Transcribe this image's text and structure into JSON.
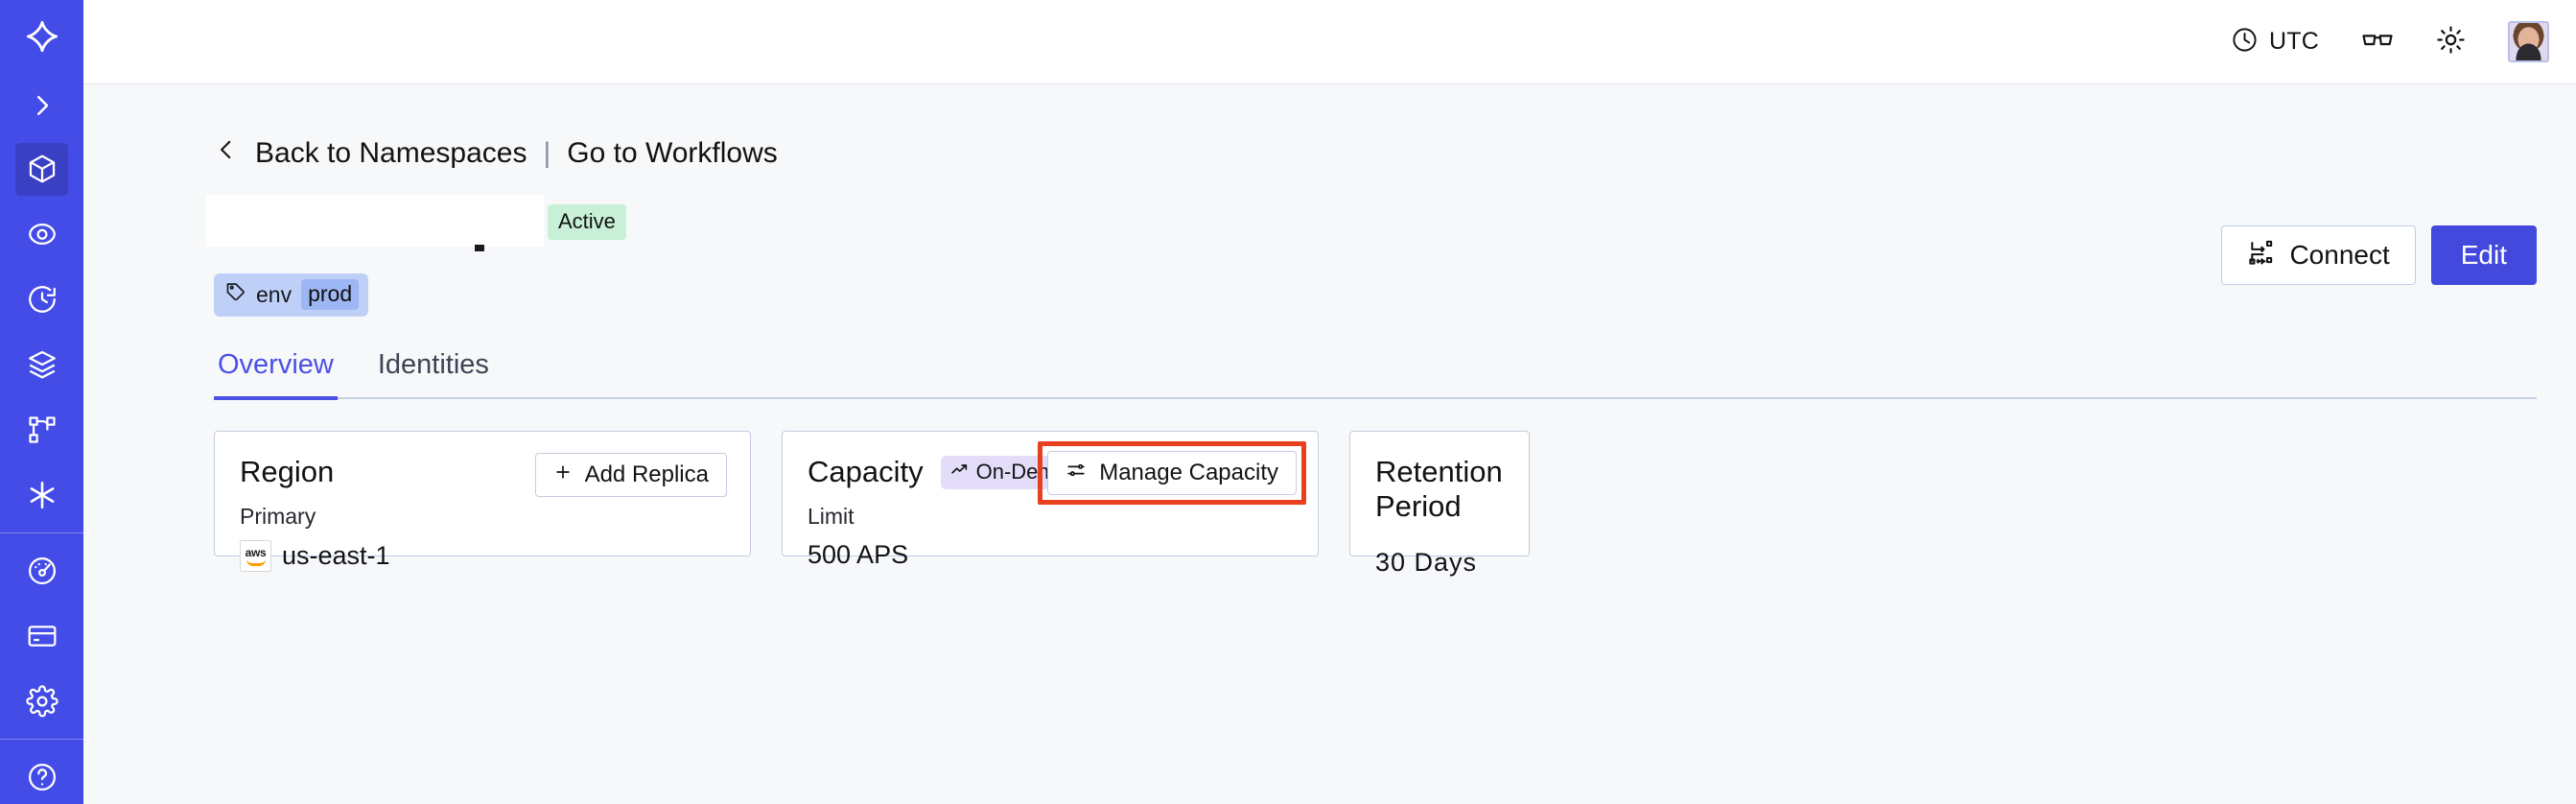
{
  "sidebar": {
    "items": [
      {
        "name": "logo",
        "icon": "temporal-star-logo-icon"
      },
      {
        "name": "expand",
        "icon": "chevron-right-icon"
      },
      {
        "name": "namespaces",
        "icon": "cube-icon",
        "active": true
      },
      {
        "name": "observe",
        "icon": "eye-spiral-icon",
        "active": false
      },
      {
        "name": "schedules",
        "icon": "clock-arrow-icon",
        "active": false
      },
      {
        "name": "batch",
        "icon": "layers-icon",
        "active": false
      },
      {
        "name": "workflows",
        "icon": "hierarchy-icon",
        "active": false
      },
      {
        "name": "nexus",
        "icon": "asterisk-icon",
        "active": false
      },
      {
        "name": "usage",
        "icon": "gauge-icon",
        "active": false
      },
      {
        "name": "billing",
        "icon": "credit-card-icon",
        "active": false
      },
      {
        "name": "settings",
        "icon": "gear-icon",
        "active": false
      }
    ]
  },
  "topbar": {
    "timezone_label": "UTC",
    "timezone_icon": "clock-icon",
    "glasses_icon": "glasses-icon",
    "theme_icon": "sun-icon",
    "avatar_name": "user-avatar"
  },
  "breadcrumb": {
    "back_icon": "chevron-left-icon",
    "back_label": "Back to Namespaces",
    "separator": "|",
    "forward_label": "Go to Workflows"
  },
  "header": {
    "namespace_title": "",
    "status": "Active",
    "tag": {
      "icon": "tag-icon",
      "key": "env",
      "value": "prod"
    },
    "connect_label": "Connect",
    "connect_icon": "connection-flow-icon",
    "edit_label": "Edit"
  },
  "tabs": [
    {
      "label": "Overview",
      "active": true
    },
    {
      "label": "Identities",
      "active": false
    }
  ],
  "cards": {
    "region": {
      "title": "Region",
      "action_label": "Add Replica",
      "action_icon": "plus-icon",
      "sub_label": "Primary",
      "provider_icon": "aws-logo-icon",
      "value": "us-east-1"
    },
    "capacity": {
      "title": "Capacity",
      "badge_label": "On-Demand",
      "badge_icon": "trending-up-icon",
      "action_label": "Manage Capacity",
      "action_icon": "sliders-icon",
      "sub_label": "Limit",
      "value": "500 APS",
      "highlighted": true
    },
    "retention": {
      "title": "Retention Period",
      "value": "30 Days"
    }
  },
  "colors": {
    "brand_indigo": "#444ce7",
    "sidebar_active": "#3a40c4",
    "page_bg": "#f7f8fa",
    "card_border": "#c3cce0",
    "status_green_bg": "#c7f0d6",
    "badge_purple_bg": "#e4ddfa",
    "tag_blue_bg": "#bfd0f8",
    "tag_value_bg": "#9db6f4",
    "highlight_red": "#e8401f",
    "tab_active": "#4a51e5"
  }
}
